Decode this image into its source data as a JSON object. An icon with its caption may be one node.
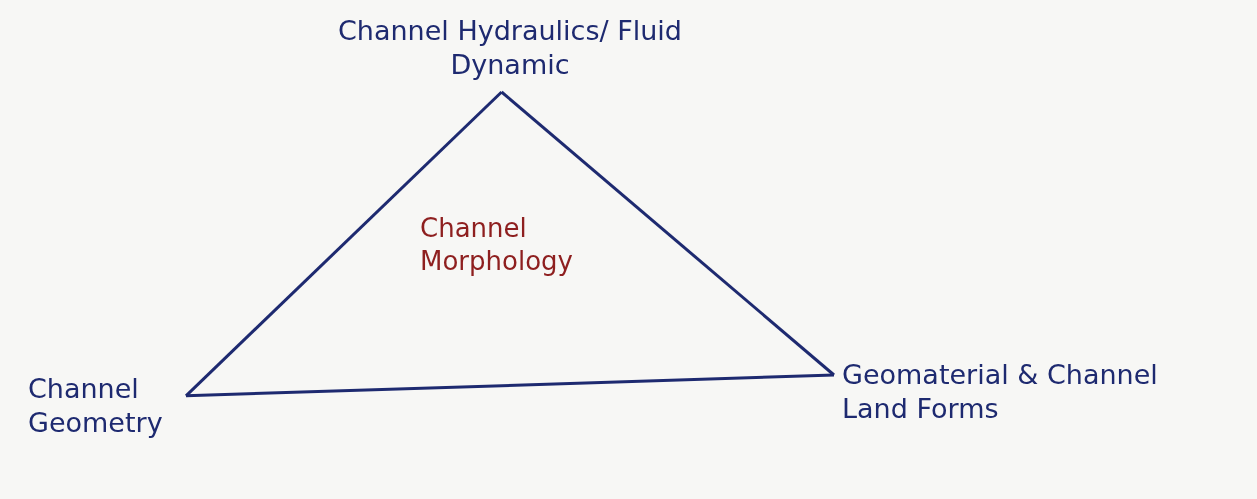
{
  "diagram": {
    "nodes": [
      {
        "text": [
          "Channel Hydraulics/ Fluid Dynamic"
        ]
      },
      {
        "text": [
          "Channel Morphology"
        ]
      },
      {
        "text": [
          "Geomaterial & Channel Land Forms"
        ]
      },
      {
        "text": [
          "Channel Geometry"
        ]
      }
    ],
    "edges": [
      {
        "from": 0,
        "to": 3,
        "arrow": "none"
      },
      {
        "from": 3,
        "to": 2,
        "arrow": "none"
      },
      {
        "from": 2,
        "to": 0,
        "arrow": "none"
      }
    ]
  }
}
